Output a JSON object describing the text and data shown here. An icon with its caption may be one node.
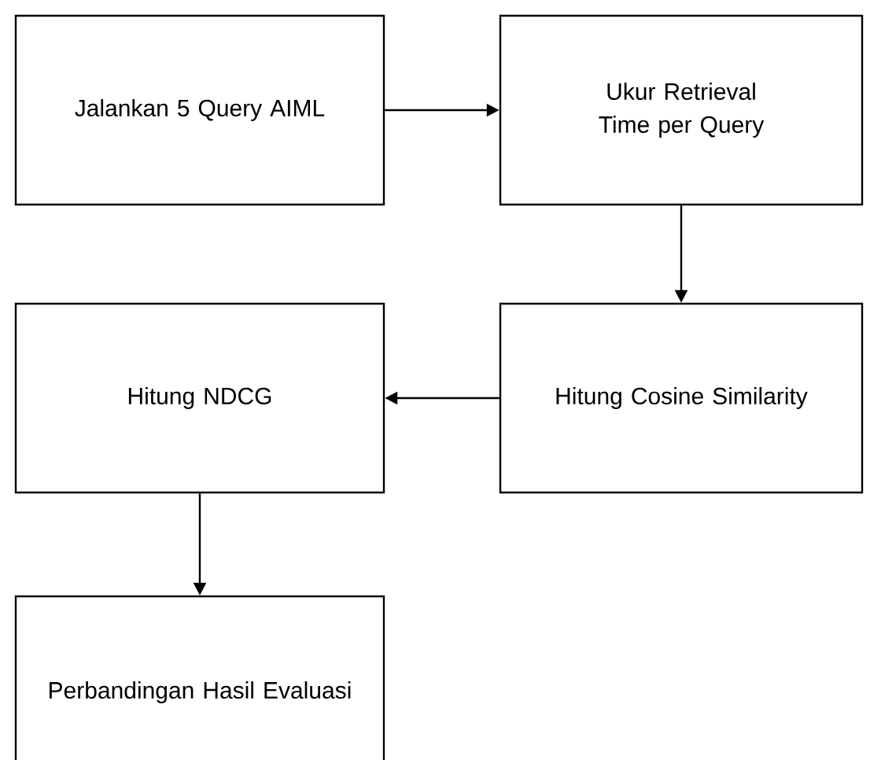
{
  "diagram": {
    "nodes": [
      {
        "text": [
          "Jalankan 5 Query AIML"
        ]
      },
      {
        "text": [
          "Ukur Retrieval Time per Query"
        ]
      },
      {
        "text": [
          "Hitung Cosine Similarity"
        ]
      },
      {
        "text": [
          "Hitung NDCG"
        ]
      },
      {
        "text": [
          "Perbandingan Hasil Evaluasi"
        ]
      }
    ],
    "edges": [
      {
        "from": 0,
        "to": 1,
        "arrow": "to"
      },
      {
        "from": 1,
        "to": 2,
        "arrow": "to"
      },
      {
        "from": 2,
        "to": 3,
        "arrow": "to"
      },
      {
        "from": 3,
        "to": 4,
        "arrow": "to"
      }
    ]
  }
}
